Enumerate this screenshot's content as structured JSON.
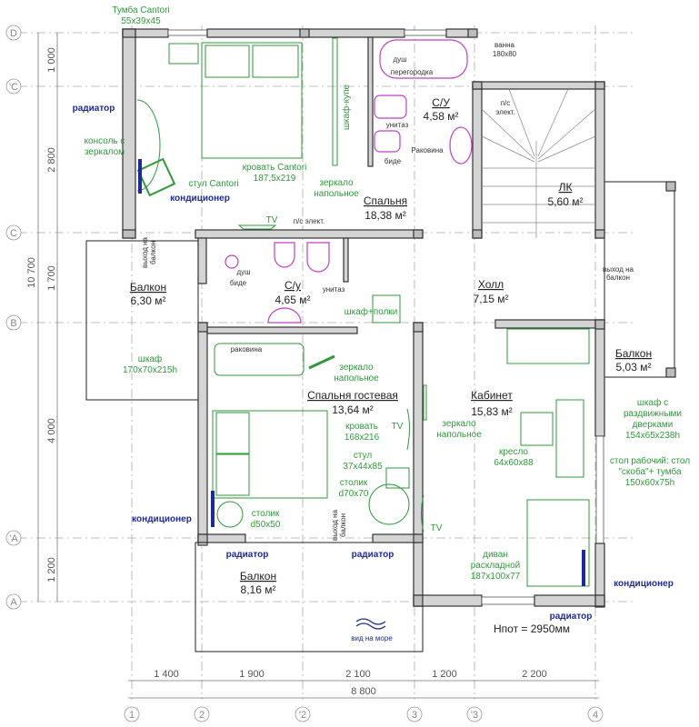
{
  "axes": {
    "rows": [
      "D",
      "'C",
      "C",
      "B",
      "'A",
      "A"
    ],
    "cols": [
      "1",
      "2",
      "'2",
      "3",
      "'3",
      "4"
    ]
  },
  "dimensions": {
    "vertical_total": "10 700",
    "vertical": [
      "1 000",
      "2 800",
      "1 700",
      "4 000",
      "1 200"
    ],
    "horizontal": [
      "1 400",
      "1 900",
      "2 100",
      "1 200",
      "2 200"
    ],
    "horizontal_total": "8 800"
  },
  "rooms": {
    "bedroom": {
      "name": "Спальня",
      "area": "18,38 м²"
    },
    "bath1": {
      "name": "С/У",
      "area": "4,58 м²"
    },
    "stairs": {
      "name": "ЛК",
      "area": "5,60 м²"
    },
    "balcony1": {
      "name": "Балкон",
      "area": "6,30 м²"
    },
    "bath2": {
      "name": "С/у",
      "area": "4,65 м²"
    },
    "hall": {
      "name": "Холл",
      "area": "7,15 м²"
    },
    "balcony2": {
      "name": "Балкон",
      "area": "5,03 м²"
    },
    "guest": {
      "name": "Спальня гостевая",
      "area": "13,64 м²"
    },
    "office": {
      "name": "Кабинет",
      "area": "15,83 м²"
    },
    "balcony3": {
      "name": "Балкон",
      "area": "8,16 м²"
    }
  },
  "furniture": {
    "nightstand": [
      "Тумба Cantori",
      "55x39x45"
    ],
    "bed1": [
      "кровать Cantori",
      "187,5x219"
    ],
    "console": [
      "консоль с",
      "зеркалом"
    ],
    "chair1": "стул Cantori",
    "wardrobe1": "шкаф-купе",
    "mirror1": [
      "зеркало",
      "напольное"
    ],
    "tv1": "TV",
    "shelves": "шкаф+полки",
    "wardrobe2": [
      "шкаф",
      "170x70x215h"
    ],
    "mirror2": [
      "зеркало",
      "напольное"
    ],
    "bed2": [
      "кровать",
      "168x216"
    ],
    "chair2": [
      "стул",
      "37x44x85"
    ],
    "table1": [
      "столик",
      "d70x70"
    ],
    "table2": [
      "столик",
      "d50x50"
    ],
    "tv2": "TV",
    "tv3": "TV",
    "mirror3": [
      "зеркало",
      "напольное"
    ],
    "armchair": [
      "кресло",
      "64x60x88"
    ],
    "wardrobe3": [
      "шкаф с",
      "раздвижными",
      "дверками",
      "154x65x238h"
    ],
    "desk": [
      "стол рабочий: стол",
      "\"скоба\"+ тумба",
      "150x60x75h"
    ],
    "sofa": [
      "диван",
      "раскладной",
      "187x100x77"
    ]
  },
  "equipment": {
    "radiator": "радиатор",
    "ac": "кондиционер"
  },
  "plumbing": {
    "bath": [
      "ванна",
      "180x80"
    ],
    "shower": "душ",
    "partition": "перегородка",
    "toilet": "унитаз",
    "sink1": "Раковина",
    "bidet": "биде",
    "panel": [
      "п/с",
      "элект."
    ],
    "panel2": "п/с  элект.",
    "sink2": "раковина"
  },
  "exit_balcony": [
    "выход на",
    "балкон"
  ],
  "note": "Нпот = 2950мм",
  "sea_view": "вид на море"
}
